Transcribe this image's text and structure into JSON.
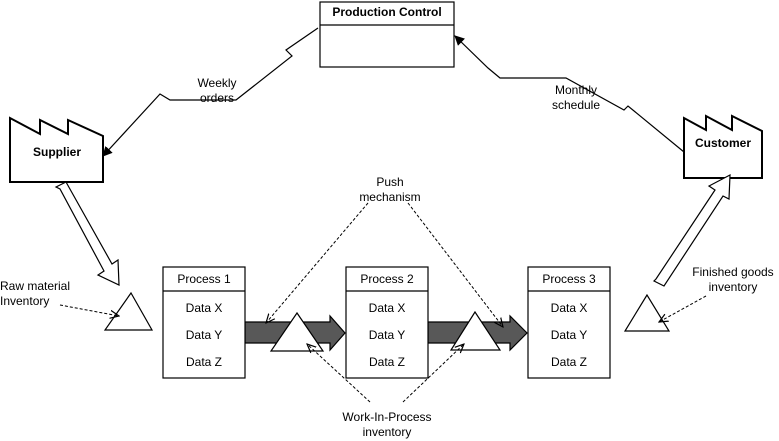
{
  "production_control": {
    "label": "Production Control"
  },
  "supplier": {
    "label": "Supplier"
  },
  "customer": {
    "label": "Customer"
  },
  "edges": {
    "weekly_orders": [
      "Weekly",
      "orders"
    ],
    "monthly_schedule": [
      "Monthly",
      "schedule"
    ]
  },
  "annotations": {
    "push_mechanism": [
      "Push",
      "mechanism"
    ],
    "raw_material": [
      "Raw material",
      "Inventory"
    ],
    "finished_goods": [
      "Finished goods",
      "inventory"
    ],
    "wip": [
      "Work-In-Process",
      "inventory"
    ]
  },
  "processes": [
    {
      "title": "Process 1",
      "data": [
        "Data X",
        "Data Y",
        "Data Z"
      ]
    },
    {
      "title": "Process 2",
      "data": [
        "Data X",
        "Data Y",
        "Data Z"
      ]
    },
    {
      "title": "Process 3",
      "data": [
        "Data X",
        "Data Y",
        "Data Z"
      ]
    }
  ]
}
